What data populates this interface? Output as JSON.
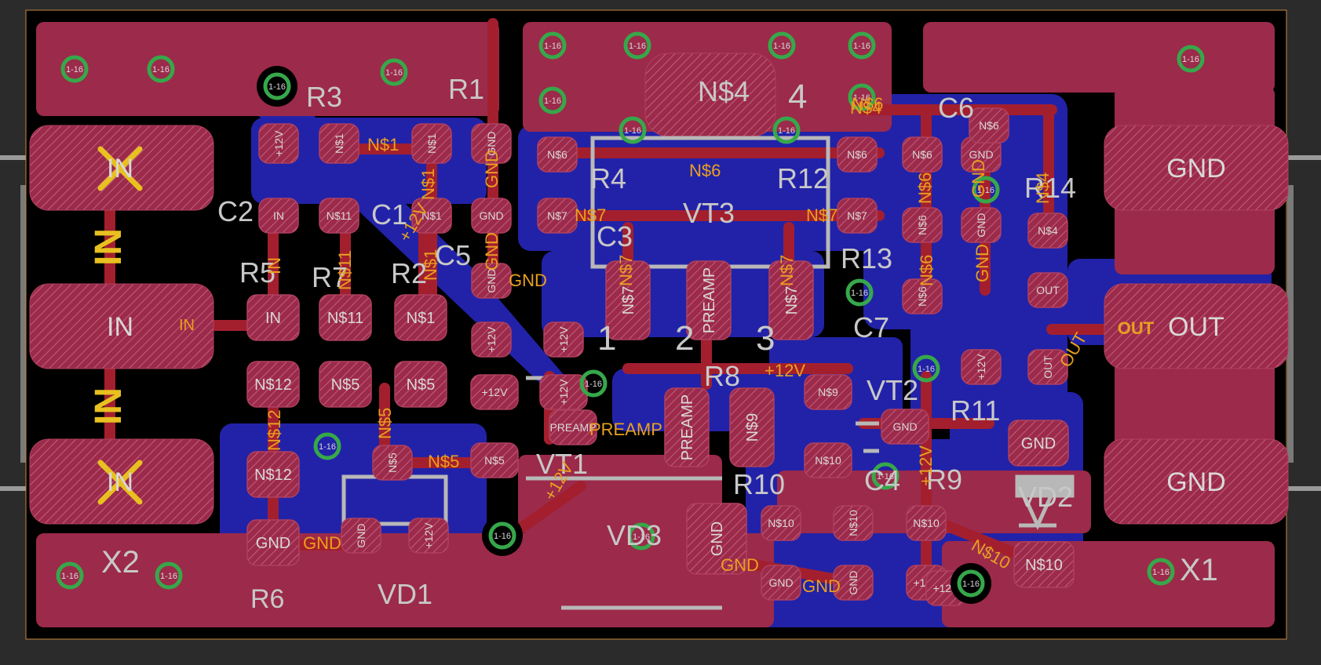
{
  "colors": {
    "background": "#2b2b2b",
    "board": "#000000",
    "top_copper": "#9c2a4a",
    "top_trace": "#a31f2e",
    "bottom_copper": "#2222a8",
    "silkscreen": "#b8b8b8",
    "net_label": "#e8a020",
    "pad_label": "#d8d8d8",
    "via_ring": "#36a84a",
    "outline": "#c7893a"
  },
  "connectors": {
    "in": [
      {
        "label": "IN",
        "marked": true
      },
      {
        "label": "IN",
        "marked": false
      },
      {
        "label": "IN",
        "marked": true
      }
    ],
    "out": [
      {
        "label": "GND"
      },
      {
        "label": "OUT",
        "net": "OUT"
      },
      {
        "label": "GND"
      }
    ],
    "in_net_label": "IN"
  },
  "designators": [
    "R3",
    "R1",
    "C2",
    "C1",
    "C5",
    "R5",
    "R7",
    "R2",
    "R4",
    "R12",
    "VT3",
    "C3",
    "R13",
    "C6",
    "R14",
    "C7",
    "R8",
    "VT2",
    "R11",
    "VT1",
    "R10",
    "C4",
    "R9",
    "VD2",
    "X2",
    "R6",
    "VD1",
    "VD3",
    "X1",
    "N$4",
    "4",
    "1",
    "2",
    "3"
  ],
  "net_labels": [
    "N$1",
    "N$1",
    "GND",
    "+12V",
    "N$1",
    "GND",
    "IN",
    "N$11",
    "GND",
    "N$7",
    "N$7",
    "N$7",
    "N$6",
    "N$7",
    "N$6",
    "N$6",
    "N$6",
    "GND",
    "GND",
    "N$4",
    "N$4",
    "+12V",
    "N$12",
    "N$5",
    "N$5",
    "PREAMP",
    "GND",
    "+12V",
    "OUT",
    "N$10",
    "GND",
    "GND",
    "+12V"
  ],
  "pads": [
    "+12V",
    "N$1",
    "N$1",
    "GND",
    "IN",
    "N$11",
    "N$1",
    "GND",
    "N$6",
    "N$7",
    "N$6",
    "N$7",
    "N$6",
    "GND",
    "N$6",
    "GND",
    "N$4",
    "GND",
    "+12V",
    "+12V",
    "N$7",
    "PREAMP",
    "N$7",
    "OUT",
    "OUT",
    "IN",
    "N$11",
    "N$1",
    "N$12",
    "N$5",
    "N$5",
    "+12V",
    "+12V",
    "PREAMP",
    "PREAMP",
    "N$9",
    "N$9",
    "GND",
    "N$10",
    "N$12",
    "N$5",
    "N$5",
    "GND",
    "GND",
    "+12V",
    "+12V",
    "GND",
    "N$10",
    "N$10",
    "N$10",
    "GND",
    "GND",
    "+12V",
    "GND",
    "N$10",
    "+12V",
    "N$6",
    "N$6"
  ],
  "via_label": "1-16"
}
